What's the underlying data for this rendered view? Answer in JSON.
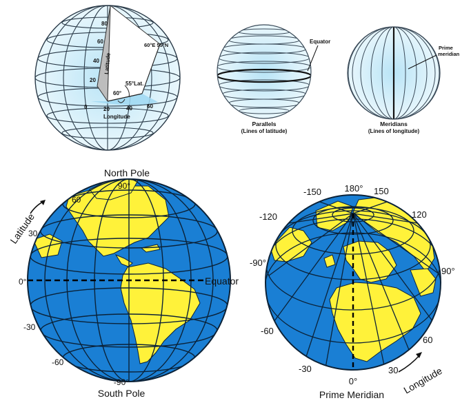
{
  "globe_grid": {
    "lat_ticks": [
      "80",
      "60",
      "40",
      "20"
    ],
    "lat_axis_label": "Latitude",
    "lon_ticks": [
      "0",
      "20",
      "40",
      "60"
    ],
    "lon_axis_label": "Longitude",
    "point_label": "60°E 55°N",
    "lat_angle_label": "55°Lat.",
    "lon_angle_label": "60°"
  },
  "parallels": {
    "equator_label": "Equator",
    "caption_line1": "Parallels",
    "caption_line2": "(Lines of latitude)"
  },
  "meridians": {
    "prime_label_line1": "Prime",
    "prime_label_line2": "meridian",
    "caption_line1": "Meridians",
    "caption_line2": "(Lines of longitude)"
  },
  "latitude_globe": {
    "north_pole": "North Pole",
    "south_pole": "South Pole",
    "equator": "Equator",
    "axis_label": "Latitude",
    "ticks": [
      "90°",
      "60",
      "30",
      "0°",
      "-30",
      "-60",
      "-90°"
    ]
  },
  "longitude_globe": {
    "prime_meridian": "Prime Meridian",
    "axis_label": "Longitude",
    "ticks": [
      "180°",
      "-150",
      "150",
      "-120",
      "120",
      "-90°",
      "90°",
      "-60",
      "60",
      "-30",
      "30",
      "0°"
    ]
  },
  "colors": {
    "ocean": "#1a7fd4",
    "land": "#fff23a",
    "grid": "#0b2238",
    "pale_blue": "#dff2fb",
    "mid_blue": "#a9dcf3"
  }
}
